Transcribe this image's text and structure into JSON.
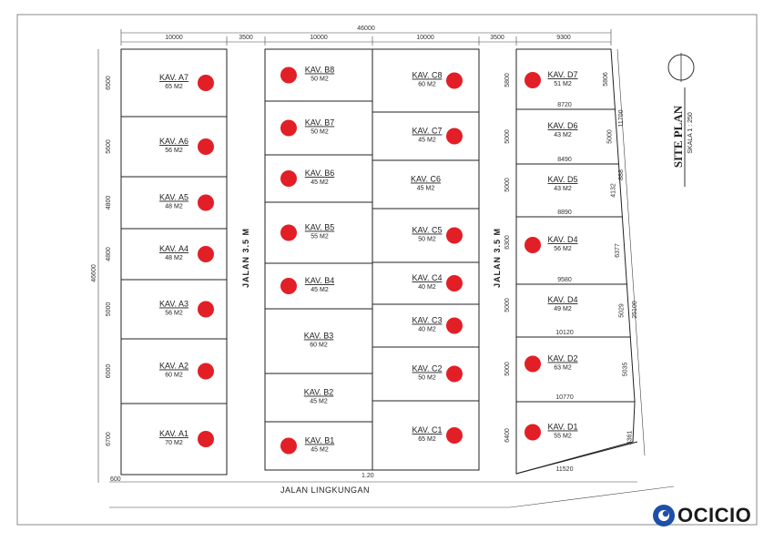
{
  "site_plan": {
    "title": "SITE PLAN",
    "scale": "SKALA 1 : 250"
  },
  "top_dims": {
    "total": "46000",
    "a": "10000",
    "road1": "3500",
    "b": "10000",
    "c": "10000",
    "road2": "3500",
    "d": "9300"
  },
  "left_total": "46600",
  "roads": {
    "road_left": "JALAN 3.5 M",
    "road_right": "JALAN 3.5 M",
    "bottom": "JALAN LINGKUNGAN"
  },
  "bottom_small": "600",
  "bottom_center": "1.20",
  "lots_a": [
    {
      "name": "KAV. A7",
      "area": "65 M2",
      "height": "6500",
      "dot": true
    },
    {
      "name": "KAV. A6",
      "area": "56 M2",
      "height": "5600",
      "dot": true
    },
    {
      "name": "KAV. A5",
      "area": "48 M2",
      "height": "4800",
      "dot": true
    },
    {
      "name": "KAV. A4",
      "area": "48 M2",
      "height": "4800",
      "dot": true
    },
    {
      "name": "KAV. A3",
      "area": "56 M2",
      "height": "5000",
      "dot": true
    },
    {
      "name": "KAV. A2",
      "area": "60 M2",
      "height": "6000",
      "dot": true
    },
    {
      "name": "KAV. A1",
      "area": "70 M2",
      "height": "6700",
      "dot": true
    }
  ],
  "lots_b": [
    {
      "name": "KAV. B8",
      "area": "50 M2",
      "dot": true
    },
    {
      "name": "KAV. B7",
      "area": "50 M2",
      "dot": true
    },
    {
      "name": "KAV. B6",
      "area": "45 M2",
      "dot": true
    },
    {
      "name": "KAV. B5",
      "area": "55 M2",
      "dot": true
    },
    {
      "name": "KAV. B4",
      "area": "45 M2",
      "dot": true
    },
    {
      "name": "KAV. B3",
      "area": "60 M2",
      "dot": false
    },
    {
      "name": "KAV. B2",
      "area": "45 M2",
      "dot": false
    },
    {
      "name": "KAV. B1",
      "area": "45 M2",
      "dot": true
    }
  ],
  "lots_c": [
    {
      "name": "KAV. C8",
      "area": "60 M2",
      "dot": true
    },
    {
      "name": "KAV. C7",
      "area": "45 M2",
      "dot": true
    },
    {
      "name": "KAV. C6",
      "area": "45 M2",
      "dot": false
    },
    {
      "name": "KAV. C5",
      "area": "50 M2",
      "dot": true
    },
    {
      "name": "KAV. C4",
      "area": "40 M2",
      "dot": true
    },
    {
      "name": "KAV. C3",
      "area": "40 M2",
      "dot": true
    },
    {
      "name": "KAV. C2",
      "area": "50 M2",
      "dot": true
    },
    {
      "name": "KAV. C1",
      "area": "65 M2",
      "dot": true
    }
  ],
  "c_side_dims": [
    "5800",
    "5000",
    "5000",
    "6300",
    "5000",
    "5000",
    "6400"
  ],
  "lots_d": [
    {
      "name": "KAV. D7",
      "area": "51 M2",
      "dot": true
    },
    {
      "name": "KAV. D6",
      "area": "43 M2",
      "dot": false
    },
    {
      "name": "KAV. D5",
      "area": "43 M2",
      "dot": false
    },
    {
      "name": "KAV. D4",
      "area": "56 M2",
      "dot": true
    },
    {
      "name": "KAV. D4",
      "area": "49 M2",
      "dot": false
    },
    {
      "name": "KAV. D2",
      "area": "63 M2",
      "dot": true
    },
    {
      "name": "KAV. D1",
      "area": "55 M2",
      "dot": true
    }
  ],
  "d_width_dims": [
    "8720",
    "8490",
    "8890",
    "9580",
    "10120",
    "10770",
    "11520"
  ],
  "d_side_dims": [
    "5806",
    "5000",
    "4132",
    "6377",
    "5029",
    "5035",
    "3361"
  ],
  "d_right_small": [
    "11700",
    "888",
    "25100"
  ],
  "logo": {
    "text": "OCICIO"
  }
}
